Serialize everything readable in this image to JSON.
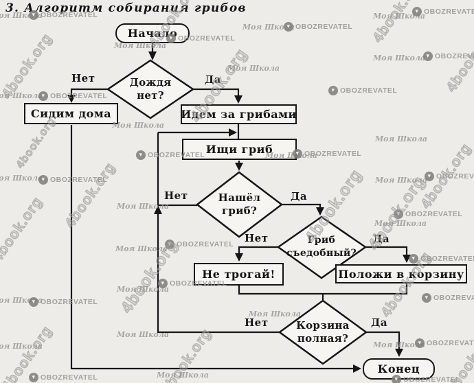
{
  "title": "3. Алгоритм собирания грибов",
  "flowchart": {
    "start_label": "Начало",
    "end_label": "Конец",
    "decision_rain": {
      "line1": "Дождя",
      "line2": "нет?"
    },
    "box_stay_home": "Сидим дома",
    "box_go_mushrooms": "Идем за грибами",
    "box_search": "Ищи гриб",
    "decision_found": {
      "line1": "Нашёл",
      "line2": "гриб?"
    },
    "decision_edible": {
      "line1": "Гриб",
      "line2": "съедобный?"
    },
    "box_dont_touch": "Не трогай!",
    "box_put_basket": "Положи в корзину",
    "decision_basket_full": {
      "line1": "Корзина",
      "line2": "полная?"
    },
    "label_yes": "Да",
    "label_no": "Нет"
  },
  "watermarks": {
    "site": "4book.org",
    "brand": "OBOZREVATEL",
    "school": "Моя Школа"
  },
  "colors": {
    "background": "#edece9",
    "node_fill": "#f6f5f2",
    "line": "#151515",
    "watermark_gray": "#949490"
  }
}
